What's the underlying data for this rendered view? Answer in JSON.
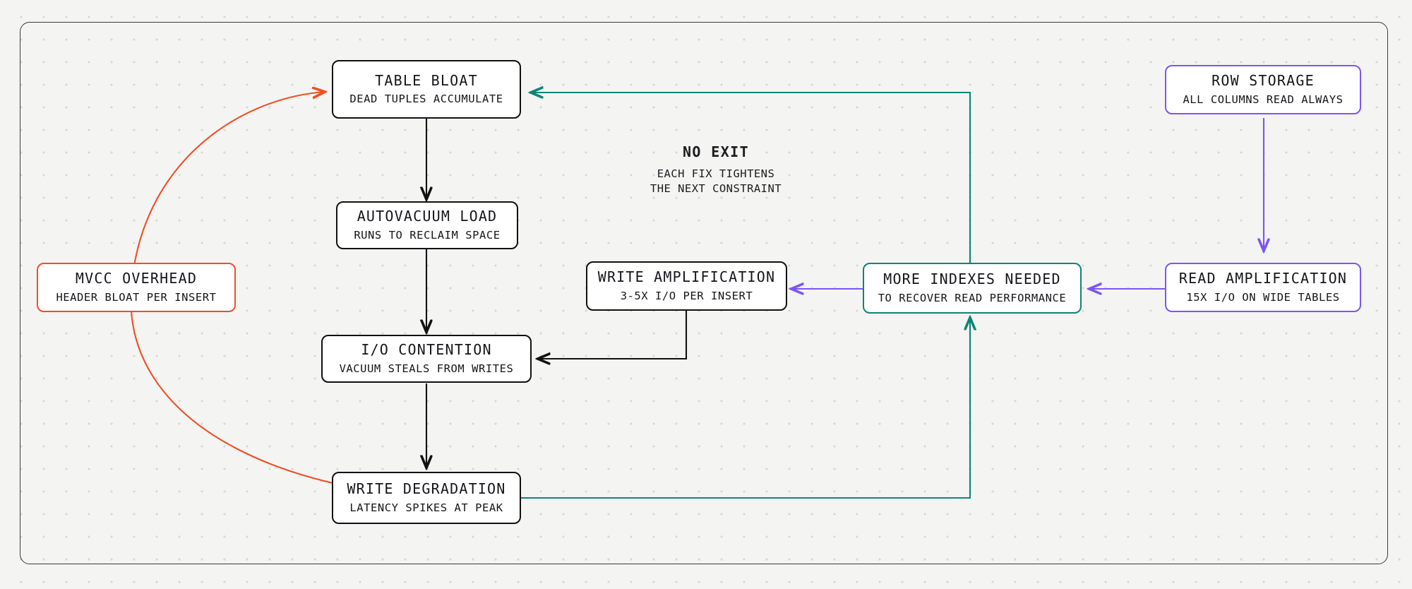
{
  "diagram": {
    "title_annotation": {
      "heading": "NO EXIT",
      "line1": "EACH FIX TIGHTENS",
      "line2": "THE NEXT CONSTRAINT"
    },
    "colors": {
      "node_default": "#111111",
      "orange": "#f04e23",
      "teal": "#0d8577",
      "purple": "#7c55f5",
      "canvas": "#f4f4f2",
      "dot": "#d8d8d6"
    },
    "nodes": [
      {
        "id": "table-bloat",
        "title": "TABLE BLOAT",
        "subtitle": "DEAD TUPLES ACCUMULATE",
        "accent": "default"
      },
      {
        "id": "autovacuum-load",
        "title": "AUTOVACUUM LOAD",
        "subtitle": "RUNS TO RECLAIM SPACE",
        "accent": "default"
      },
      {
        "id": "io-contention",
        "title": "I/O CONTENTION",
        "subtitle": "VACUUM STEALS FROM WRITES",
        "accent": "default"
      },
      {
        "id": "write-degradation",
        "title": "WRITE DEGRADATION",
        "subtitle": "LATENCY SPIKES AT PEAK",
        "accent": "default"
      },
      {
        "id": "mvcc-overhead",
        "title": "MVCC OVERHEAD",
        "subtitle": "HEADER BLOAT PER INSERT",
        "accent": "orange"
      },
      {
        "id": "write-amplification",
        "title": "WRITE AMPLIFICATION",
        "subtitle": "3-5X I/O PER INSERT",
        "accent": "default"
      },
      {
        "id": "more-indexes",
        "title": "MORE INDEXES NEEDED",
        "subtitle": "TO RECOVER READ PERFORMANCE",
        "accent": "teal"
      },
      {
        "id": "row-storage",
        "title": "ROW STORAGE",
        "subtitle": "ALL COLUMNS READ ALWAYS",
        "accent": "purple"
      },
      {
        "id": "read-amplification",
        "title": "READ AMPLIFICATION",
        "subtitle": "15X I/O ON WIDE TABLES",
        "accent": "purple"
      }
    ],
    "edges": [
      {
        "from": "table-bloat",
        "to": "autovacuum-load",
        "color": "#111111"
      },
      {
        "from": "autovacuum-load",
        "to": "io-contention",
        "color": "#111111"
      },
      {
        "from": "io-contention",
        "to": "write-degradation",
        "color": "#111111"
      },
      {
        "from": "write-degradation",
        "to": "table-bloat",
        "color": "#f04e23"
      },
      {
        "from": "write-amplification",
        "to": "io-contention",
        "color": "#111111"
      },
      {
        "from": "more-indexes",
        "to": "write-amplification",
        "color": "#7c55f5"
      },
      {
        "from": "more-indexes",
        "to": "table-bloat",
        "color": "#0d8577"
      },
      {
        "from": "write-degradation",
        "to": "more-indexes",
        "color": "#0d8577"
      },
      {
        "from": "read-amplification",
        "to": "more-indexes",
        "color": "#7c55f5"
      },
      {
        "from": "row-storage",
        "to": "read-amplification",
        "color": "#7c55f5"
      }
    ]
  }
}
